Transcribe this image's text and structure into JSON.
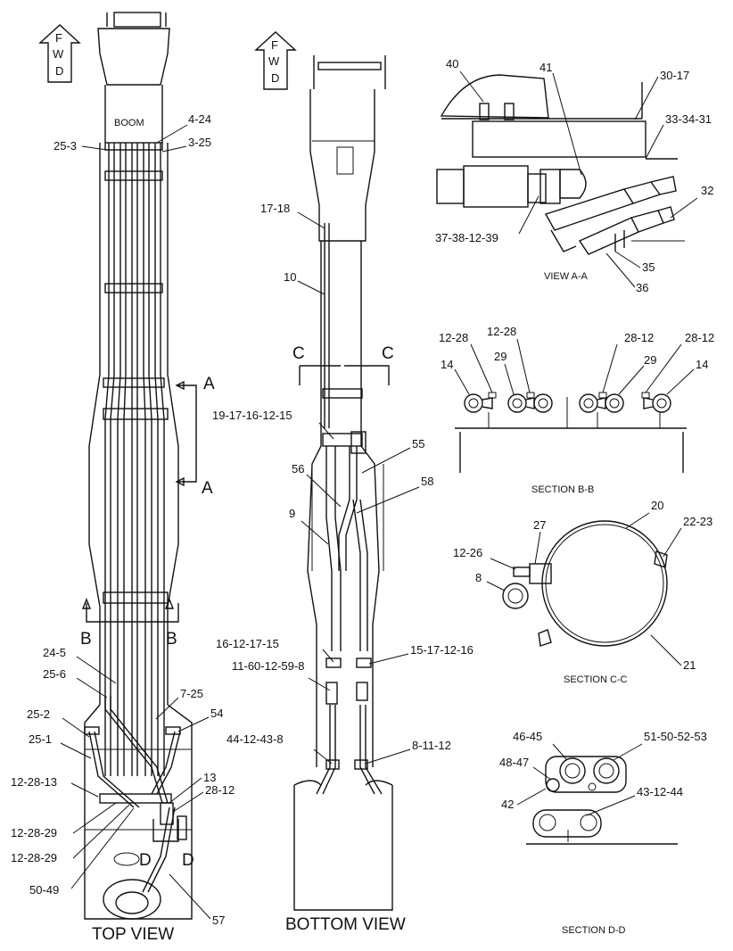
{
  "views": {
    "top": {
      "title": "TOP VIEW",
      "boom": "BOOM"
    },
    "bottom": {
      "title": "BOTTOM VIEW"
    },
    "view_aa": {
      "title": "VIEW A-A"
    },
    "section_bb": {
      "title": "SECTION B-B"
    },
    "section_cc": {
      "title": "SECTION C-C"
    },
    "section_dd": {
      "title": "SECTION D-D"
    }
  },
  "fwd": {
    "f": "F",
    "w": "W",
    "d": "D"
  },
  "markers": {
    "a": "A",
    "b": "B",
    "c": "C",
    "d": "D"
  },
  "callouts": {
    "top": [
      "4-24",
      "25-3",
      "3-25",
      "24-5",
      "25-6",
      "7-25",
      "25-2",
      "54",
      "25-1",
      "13",
      "12-28-13",
      "28-12",
      "12-28-29",
      "12-28-29",
      "50-49",
      "57"
    ],
    "bottom": [
      "17-18",
      "10",
      "19-17-16-12-15",
      "55",
      "56",
      "58",
      "9",
      "16-12-17-15",
      "11-60-12-59-8",
      "15-17-12-16",
      "44-12-43-8",
      "8-11-12"
    ],
    "aa": [
      "40",
      "41",
      "30-17",
      "33-34-31",
      "32",
      "37-38-12-39",
      "35",
      "36"
    ],
    "bb": [
      "12-28",
      "12-28",
      "28-12",
      "28-12",
      "14",
      "29",
      "29",
      "14"
    ],
    "cc": [
      "20",
      "22-23",
      "27",
      "12-26",
      "8",
      "21"
    ],
    "dd": [
      "46-45",
      "51-50-52-53",
      "48-47",
      "43-12-44",
      "42"
    ]
  }
}
